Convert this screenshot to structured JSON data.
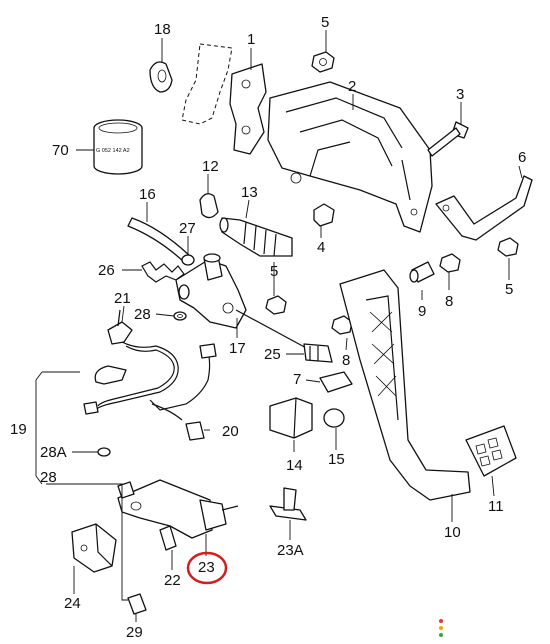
{
  "labels": {
    "l1": "1",
    "l2": "2",
    "l3": "3",
    "l4": "4",
    "l5a": "5",
    "l5b": "5",
    "l5c": "5",
    "l6": "6",
    "l7": "7",
    "l8a": "8",
    "l8b": "8",
    "l9": "9",
    "l10": "10",
    "l11": "11",
    "l12": "12",
    "l13": "13",
    "l14": "14",
    "l15": "15",
    "l16": "16",
    "l17": "17",
    "l18": "18",
    "l19": "19",
    "l20": "20",
    "l21": "21",
    "l22": "22",
    "l23": "23",
    "l23a": "23A",
    "l24": "24",
    "l25": "25",
    "l26": "26",
    "l27": "27",
    "l28": "28",
    "l28b": "28",
    "l28a": "28A",
    "l29": "29",
    "l70": "70"
  },
  "part_marking": "G 052 142 A2",
  "colors": {
    "highlight": "#d11f1f",
    "dot_red": "#e53935",
    "dot_orange": "#f4a300",
    "dot_green": "#43a047"
  }
}
